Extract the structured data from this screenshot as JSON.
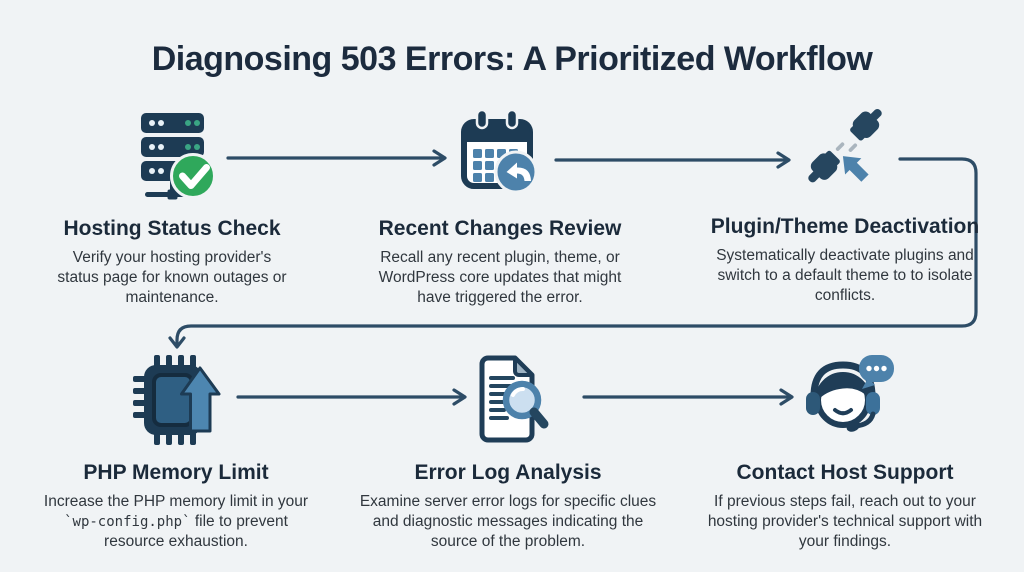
{
  "title": "Diagnosing 503 Errors: A Prioritized Workflow",
  "colors": {
    "background": "#f0f3f5",
    "heading": "#1b2a3a",
    "body_text": "#30373e",
    "connector": "#2d4c66",
    "icon_navy": "#1d3b54",
    "icon_steel_blue": "#4d82ab",
    "success_green": "#2fa85b"
  },
  "steps": [
    {
      "id": 1,
      "icon": "server-check-icon",
      "title": "Hosting Status Check",
      "description": "Verify your hosting provider's status page for known outages or maintenance."
    },
    {
      "id": 2,
      "icon": "calendar-undo-icon",
      "title": "Recent Changes Review",
      "description": "Recall any recent plugin, theme, or WordPress core updates that might have triggered the error."
    },
    {
      "id": 3,
      "icon": "plug-disconnect-icon",
      "title": "Plugin/Theme Deactivation",
      "description": "Systematically deactivate plugins and switch to a default theme to to isolate conflicts."
    },
    {
      "id": 4,
      "icon": "memory-chip-up-icon",
      "title": "PHP Memory Limit",
      "description_pre": "Increase the PHP memory limit in your ",
      "description_code": "`wp-config.php`",
      "description_post": " file to prevent resource exhaustion."
    },
    {
      "id": 5,
      "icon": "log-magnifier-icon",
      "title": "Error Log Analysis",
      "description": "Examine server error logs for specific clues and diagnostic messages indicating the source of the problem."
    },
    {
      "id": 6,
      "icon": "support-headset-icon",
      "title": "Contact Host Support",
      "description": "If previous steps fail, reach out to your hosting provider's technical support with your findings."
    }
  ]
}
